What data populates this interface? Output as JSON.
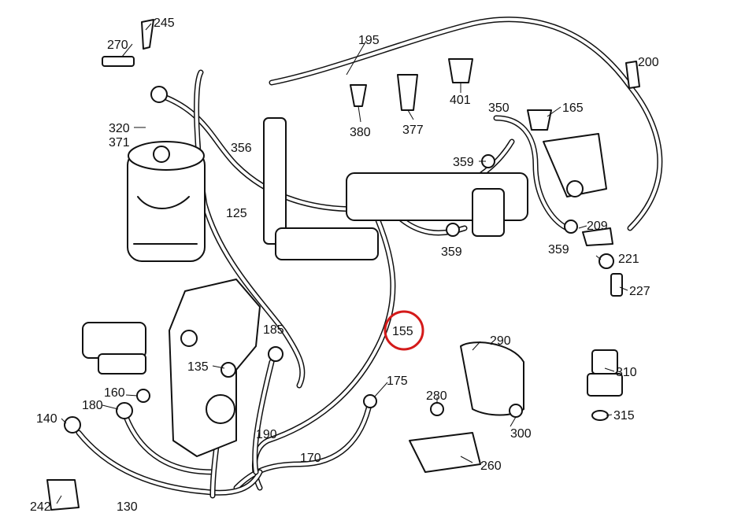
{
  "diagram": {
    "labels": [
      "245",
      "270",
      "195",
      "200",
      "401",
      "377",
      "380",
      "350",
      "165",
      "320",
      "371",
      "356",
      "359",
      "125",
      "209",
      "221",
      "227",
      "185",
      "155",
      "290",
      "310",
      "135",
      "175",
      "280",
      "315",
      "160",
      "180",
      "140",
      "300",
      "190",
      "170",
      "260",
      "242",
      "130"
    ],
    "highlighted_label": "155",
    "highlight_color": "#d41a1a"
  }
}
